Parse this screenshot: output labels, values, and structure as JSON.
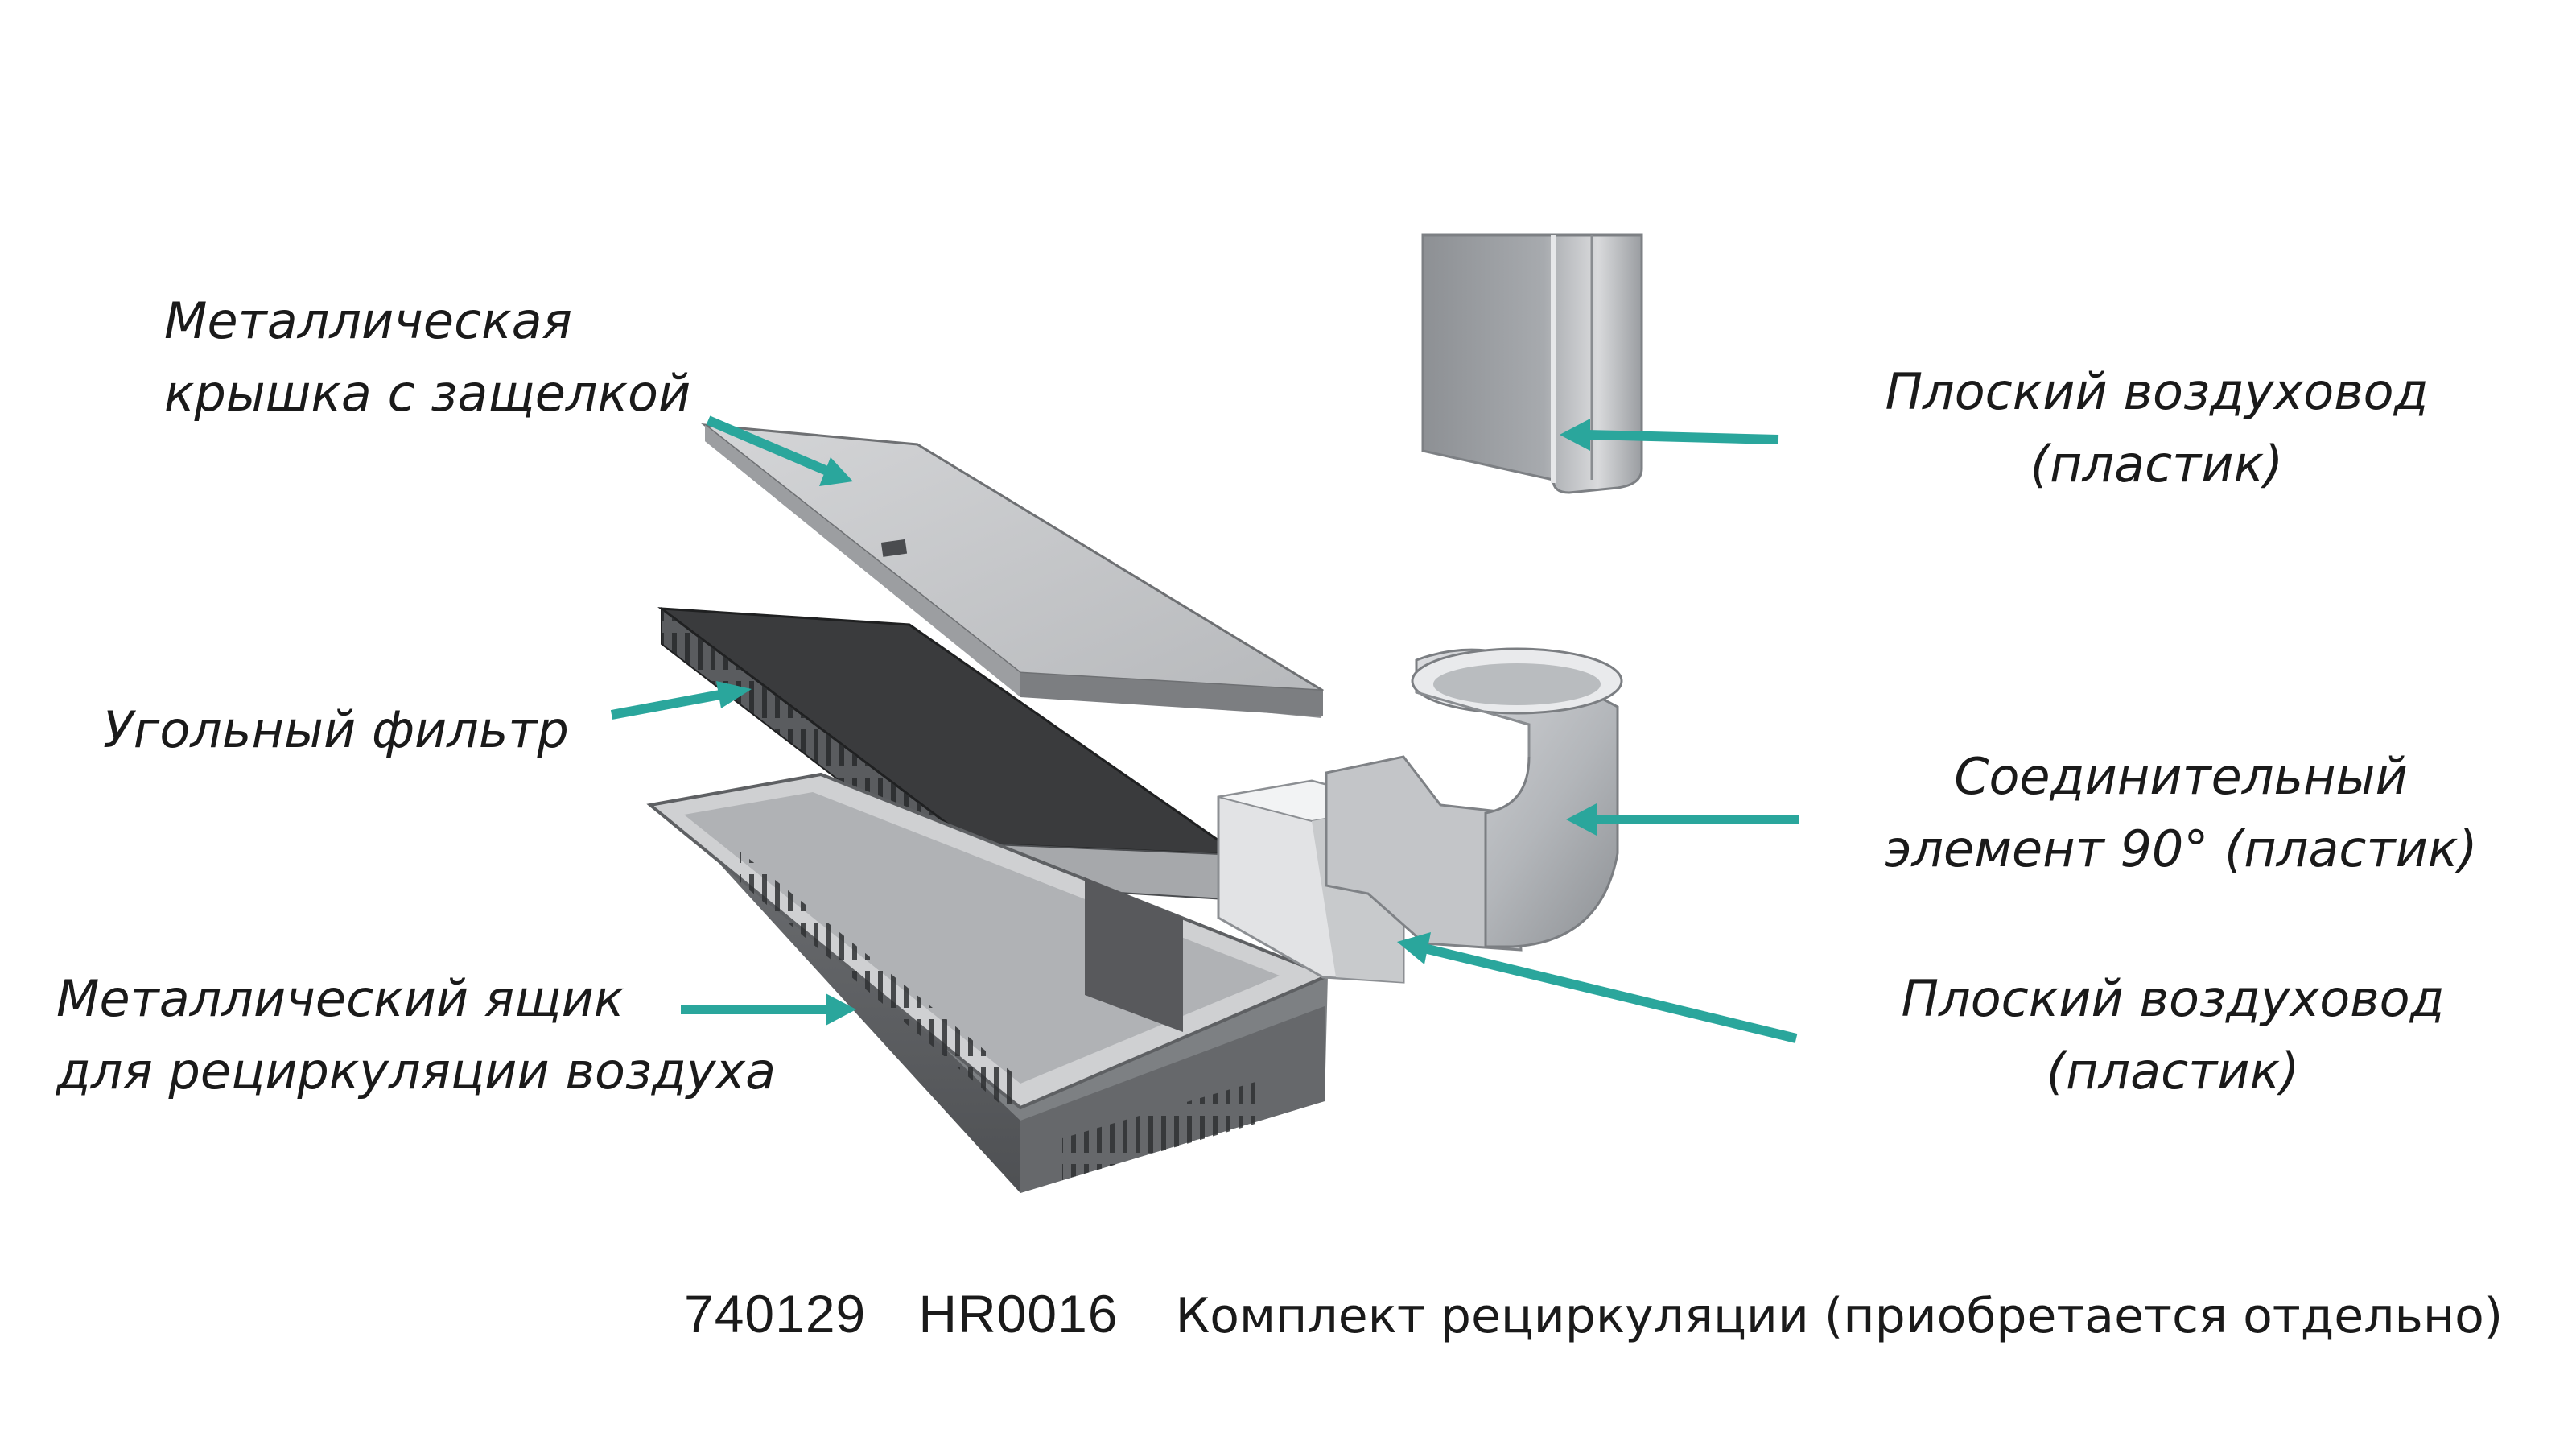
{
  "labels": {
    "lid": {
      "line1": "Металлическая",
      "line2": "крышка с защелкой"
    },
    "filter": {
      "line1": "Угольный фильтр"
    },
    "box": {
      "line1": "Металлический ящик",
      "line2": "для рециркуляции воздуха"
    },
    "duct_top": {
      "line1": "Плоский воздуховод",
      "line2": "(пластик)"
    },
    "connector": {
      "line1": "Соединительный",
      "line2": "элемент 90° (пластик)"
    },
    "duct_bottom": {
      "line1": "Плоский воздуховод",
      "line2": "(пластик)"
    }
  },
  "caption": {
    "code1": "740129",
    "code2": "HR0016",
    "text": "Комплект рециркуляции (приобретается отдельно)"
  },
  "colors": {
    "arrow": "#2aa69c",
    "metal_light": "#c9cacc",
    "metal_mid": "#9fa1a4",
    "metal_dark": "#5f6163",
    "filter_top": "#3a3b3d",
    "text": "#1a1a1a"
  }
}
